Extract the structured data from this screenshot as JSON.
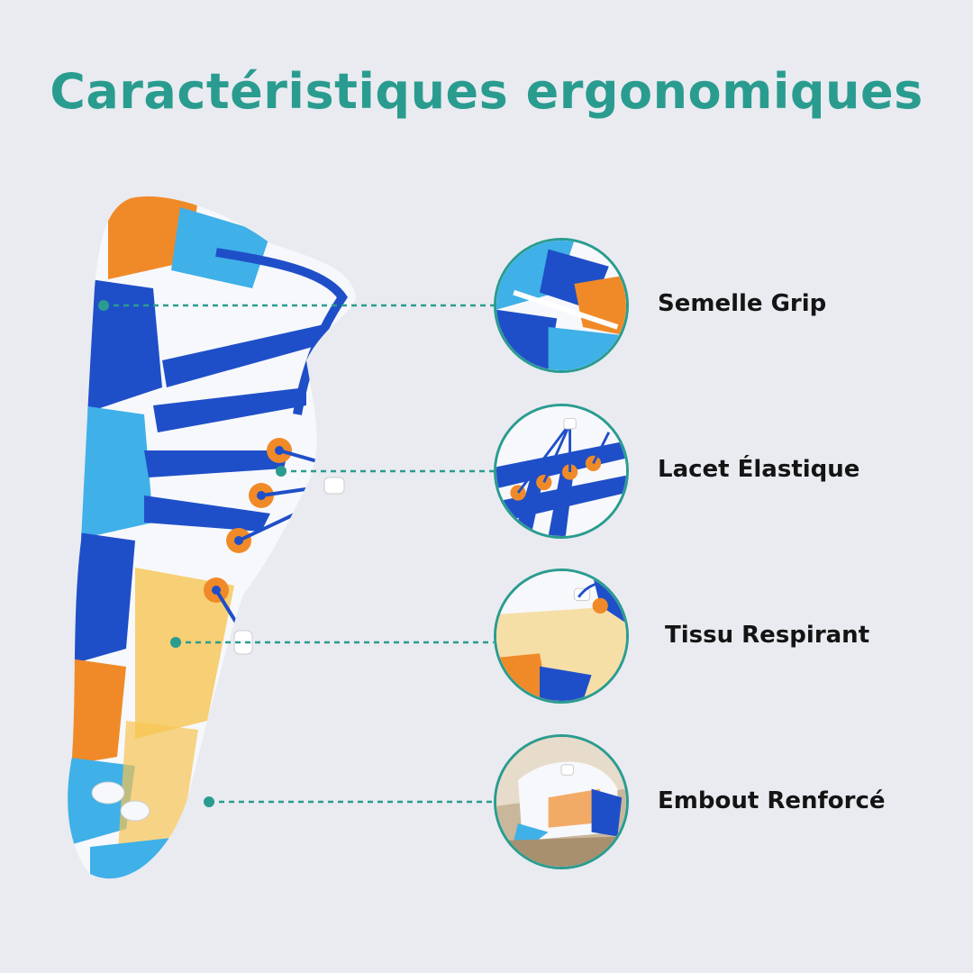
{
  "title": "Caractéristiques ergonomiques",
  "colors": {
    "accent": "#2a9c8f",
    "text": "#141414",
    "background": "#e9ebf1",
    "shoe_blue": "#1f4fc8",
    "shoe_light_blue": "#3fb0e8",
    "shoe_orange": "#f08a28",
    "shoe_yellow": "#f6c453",
    "shoe_white": "#f7f8fb"
  },
  "product_image": "water-shoe-side-view",
  "features": [
    {
      "label": "Semelle Grip",
      "icon": "shoe-sole-closeup"
    },
    {
      "label": "Lacet Élastique",
      "icon": "elastic-lace-closeup"
    },
    {
      "label": "Tissu Respirant",
      "icon": "breathable-mesh-closeup"
    },
    {
      "label": "Embout Renforcé",
      "icon": "reinforced-toe-closeup"
    }
  ]
}
